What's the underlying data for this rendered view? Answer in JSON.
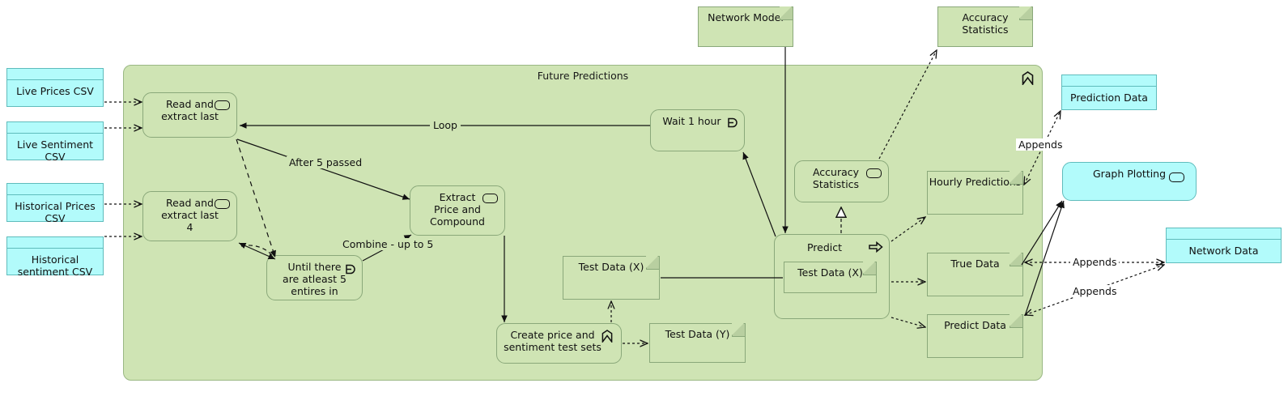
{
  "diagram": {
    "title": "Future Predictions",
    "frame_icon": "chevron-up-icon",
    "colors": {
      "frame_fill": "#cfe4b4",
      "frame_stroke": "#9ab884",
      "node_fill": "#cfe4b4",
      "node_stroke": "#8aa87a",
      "cyan_fill": "#b2fbfb",
      "cyan_stroke": "#5fbcbc",
      "edge": "#111111",
      "text": "#111111"
    }
  },
  "external_inputs": [
    {
      "name": "live-prices-csv",
      "label": "Live Prices CSV"
    },
    {
      "name": "live-sentiment-csv",
      "label": "Live Sentiment\nCSV"
    },
    {
      "name": "historical-prices-csv",
      "label": "Historical Prices\nCSV"
    },
    {
      "name": "historical-sentiment-csv",
      "label": "Historical\nsentiment CSV"
    }
  ],
  "external_outputs": [
    {
      "name": "prediction-data",
      "label": "Prediction Data"
    },
    {
      "name": "network-data",
      "label": "Network Data"
    }
  ],
  "external_artifacts": [
    {
      "name": "network-model",
      "label": "Network Model"
    },
    {
      "name": "accuracy-statistics",
      "label": "Accuracy\nStatistics"
    }
  ],
  "external_activities": [
    {
      "name": "graph-plotting",
      "label": "Graph Plotting",
      "icon": "activity-icon"
    }
  ],
  "activities": [
    {
      "name": "read-extract-last",
      "label": "Read and\nextract last",
      "icon": "activity-icon"
    },
    {
      "name": "read-extract-last-4",
      "label": "Read and\nextract last\n4",
      "icon": "activity-icon"
    },
    {
      "name": "until-atleast-5",
      "label": "Until there\nare atleast 5\nentires in",
      "icon": "loop-node-icon"
    },
    {
      "name": "extract-price-compound",
      "label": "Extract\nPrice and\nCompound",
      "icon": "activity-icon"
    },
    {
      "name": "wait-1-hour",
      "label": "Wait 1 hour",
      "icon": "loop-node-icon"
    },
    {
      "name": "create-test-sets",
      "label": "Create price and\nsentiment test sets",
      "icon": "chevron-up-icon"
    },
    {
      "name": "accuracy-statistics-inner",
      "label": "Accuracy\nStatistics",
      "icon": "activity-icon"
    },
    {
      "name": "predict",
      "label": "Predict",
      "icon": "arrow-right-icon"
    }
  ],
  "objects": [
    {
      "name": "test-data-x",
      "label": "Test Data (X)"
    },
    {
      "name": "test-data-y",
      "label": "Test Data (Y)"
    },
    {
      "name": "test-data-x-pin",
      "label": "Test Data (X)"
    },
    {
      "name": "hourly-predictions",
      "label": "Hourly Predictions"
    },
    {
      "name": "true-data",
      "label": "True Data"
    },
    {
      "name": "predict-data",
      "label": "Predict Data"
    }
  ],
  "edge_labels": [
    {
      "name": "edge-label-loop",
      "label": "Loop"
    },
    {
      "name": "edge-label-after-5-passed",
      "label": "After 5 passed"
    },
    {
      "name": "edge-label-combine-up-to-5",
      "label": "Combine - up to 5"
    },
    {
      "name": "edge-label-appends-1",
      "label": "Appends"
    },
    {
      "name": "edge-label-appends-2",
      "label": "Appends"
    },
    {
      "name": "edge-label-appends-3",
      "label": "Appends"
    }
  ]
}
